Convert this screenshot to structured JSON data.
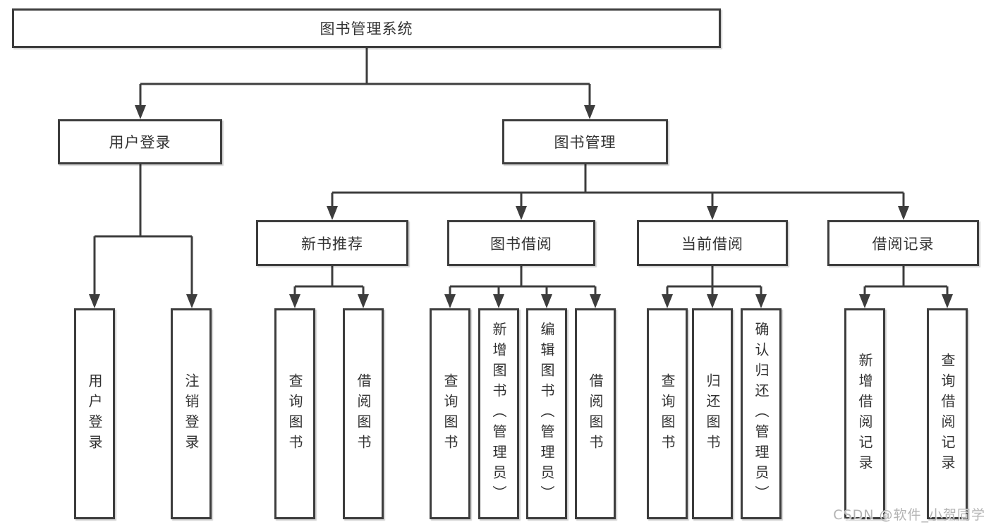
{
  "diagram": {
    "root": {
      "label": "图书管理系统"
    },
    "branches": [
      {
        "label": "用户登录"
      },
      {
        "label": "图书管理"
      }
    ],
    "modules": [
      {
        "label": "新书推荐",
        "parent": "图书管理"
      },
      {
        "label": "图书借阅",
        "parent": "图书管理"
      },
      {
        "label": "当前借阅",
        "parent": "图书管理"
      },
      {
        "label": "借阅记录",
        "parent": "图书管理"
      }
    ],
    "leaves": [
      {
        "label": "用户登录",
        "parent": "用户登录"
      },
      {
        "label": "注销登录",
        "parent": "用户登录"
      },
      {
        "label": "查询图书",
        "parent": "新书推荐"
      },
      {
        "label": "借阅图书",
        "parent": "新书推荐"
      },
      {
        "label": "查询图书",
        "parent": "图书借阅"
      },
      {
        "label": "新增图书（管理员）",
        "parent": "图书借阅"
      },
      {
        "label": "编辑图书（管理员）",
        "parent": "图书借阅"
      },
      {
        "label": "借阅图书",
        "parent": "图书借阅"
      },
      {
        "label": "查询图书",
        "parent": "当前借阅"
      },
      {
        "label": "归还图书",
        "parent": "当前借阅"
      },
      {
        "label": "确认归还（管理员）",
        "parent": "当前借阅"
      },
      {
        "label": "新增借阅记录",
        "parent": "借阅记录"
      },
      {
        "label": "查询借阅记录",
        "parent": "借阅记录"
      }
    ],
    "line_color": "#3d3d3d"
  },
  "watermark": {
    "text": "CSDN @软件_小贺同学"
  }
}
